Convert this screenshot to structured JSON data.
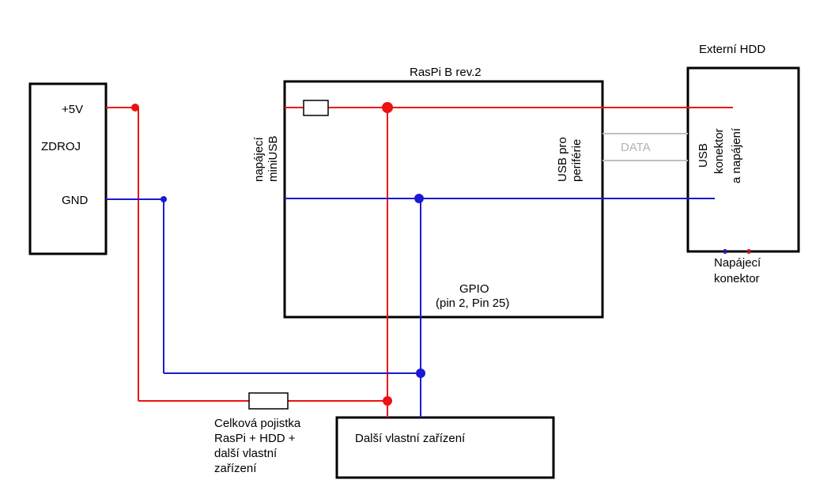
{
  "colors": {
    "positive_wire": "#ee1111",
    "ground_wire": "#1a1ad4",
    "data_wire": "#c0c0c0",
    "box_stroke": "#000000",
    "data_label": "#b4b4b4"
  },
  "power_supply": {
    "label": "ZDROJ",
    "positive": "+5V",
    "ground": "GND"
  },
  "raspi": {
    "title": "RasPi B rev.2",
    "miniusb_line1": "napájecí",
    "miniusb_line2": "miniUSB",
    "usb_line1": "USB pro",
    "usb_line2": "periférie",
    "gpio_line1": "GPIO",
    "gpio_line2": "(pin 2, Pin 25)"
  },
  "hdd": {
    "title": "Externí HDD",
    "usb_line1": "USB",
    "usb_line2": "konektor",
    "usb_line3": "a napájení",
    "power_line1": "Napájecí",
    "power_line2": "konektor"
  },
  "data_label": "DATA",
  "fuse_note": {
    "line1": "Celková pojistka",
    "line2": "RasPi + HDD +",
    "line3": "další vlastní",
    "line4": "zařízení"
  },
  "other_device": {
    "label": "Další vlastní zařízení"
  }
}
